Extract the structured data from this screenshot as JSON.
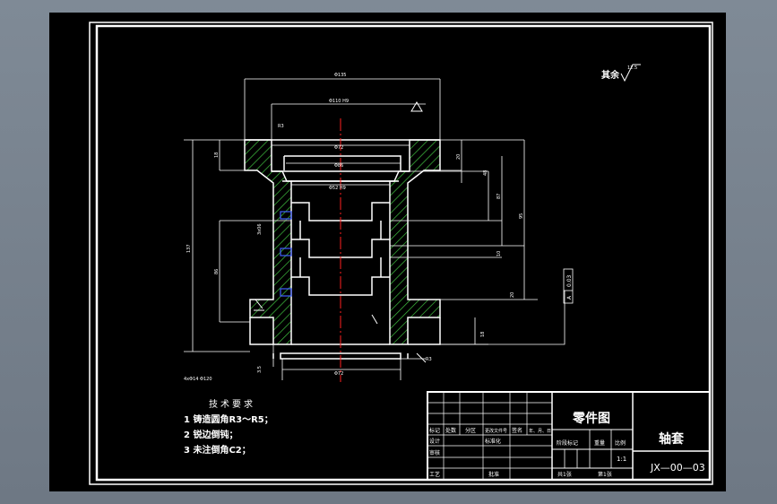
{
  "roughness_note": {
    "label": "其余",
    "value": "12.5"
  },
  "dimensions": {
    "d_outer": "Φ135",
    "d_upper": "Φ110 H9",
    "d_upper_inner": "Φ72",
    "d_neck": "Φ86",
    "d_bore": "Φ52 H9",
    "d_bottom": "Φ72",
    "r_top": "R3",
    "r_bottom": "R3",
    "h_top_flange": "18",
    "h_total": "137",
    "h_mid": "86",
    "h_groove": "10",
    "h_right_1": "20",
    "h_right_2": "48",
    "h_right_3": "87",
    "h_right_4": "95",
    "h_right_5": "10",
    "h_right_6": "20",
    "h_bottom": "18",
    "groove_w": "3x06",
    "holes_note": "4xΦ14  Φ120",
    "bottom_small": "3.5"
  },
  "datum": {
    "flatness": "0.03",
    "ref": "A"
  },
  "tech_requirements": {
    "title": "技术要求",
    "items": [
      "1 铸造圆角R3～R5；",
      "2 锐边倒钝；",
      "3 未注倒角C2；"
    ]
  },
  "title_block": {
    "drawing_type": "零件图",
    "part_name": "轴套",
    "drawing_no": "JX—00—03",
    "scale": "1:1",
    "labels": {
      "mark": "标记",
      "count": "处数",
      "zone": "分区",
      "change_doc": "更改文件号",
      "sign": "签名",
      "date": "年、月、日",
      "design": "设计",
      "standardize": "标准化",
      "check": "审核",
      "process": "工艺",
      "approve": "批准",
      "stage_mark": "阶段标记",
      "weight": "重量",
      "scale": "比例",
      "sheets_total": "共1张",
      "sheet_no": "第1张"
    }
  },
  "colors": {
    "background": "#000000",
    "lines": "#ffffff",
    "hatch": "#3fbf3f",
    "centerline": "#ff2020",
    "hidden": "#4060ff"
  }
}
